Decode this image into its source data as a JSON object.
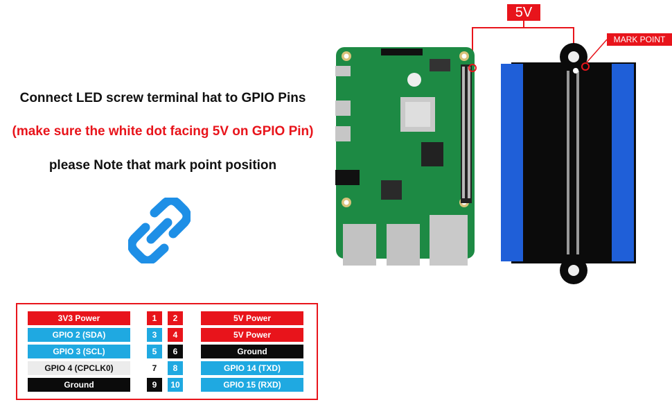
{
  "labels": {
    "five_v": "5V",
    "mark_point": "MARK POINT"
  },
  "instructions": {
    "line1": "Connect LED screw terminal hat to GPIO Pins",
    "line2": "(make sure the white dot facing 5V on GPIO Pin)",
    "line3": "please Note that mark point position"
  },
  "pins": {
    "left": [
      {
        "name": "3V3 Power",
        "num": "1",
        "color": "red"
      },
      {
        "name": "GPIO 2 (SDA)",
        "num": "3",
        "color": "blue"
      },
      {
        "name": "GPIO 3 (SCL)",
        "num": "5",
        "color": "blue"
      },
      {
        "name": "GPIO 4 (CPCLK0)",
        "num": "7",
        "color": "gray"
      },
      {
        "name": "Ground",
        "num": "9",
        "color": "black"
      }
    ],
    "right": [
      {
        "name": "5V Power",
        "num": "2",
        "color": "red"
      },
      {
        "name": "5V Power",
        "num": "4",
        "color": "red"
      },
      {
        "name": "Ground",
        "num": "6",
        "color": "black"
      },
      {
        "name": "GPIO 14 (TXD)",
        "num": "8",
        "color": "blue"
      },
      {
        "name": "GPIO 15 (RXD)",
        "num": "10",
        "color": "blue"
      }
    ]
  },
  "colors": {
    "red": "#e8141b",
    "blue": "#1fa9e1",
    "black": "#0b0b0b",
    "gray": "#ececec",
    "pcb_green": "#1d8a44"
  },
  "icons": {
    "link": "chain-link-icon"
  }
}
